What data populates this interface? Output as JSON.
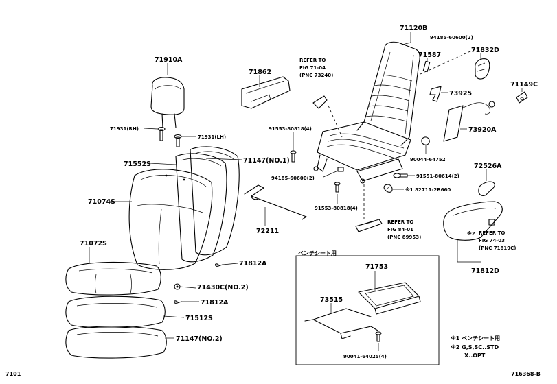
{
  "parts": {
    "p71120B": "71120B",
    "p94185_60600_2_top": "94185-60600(2)",
    "p71587": "71587",
    "p71832D": "71832D",
    "p71149C": "71149C",
    "p71910A": "71910A",
    "p71862": "71862",
    "p73925": "73925",
    "p73920A": "73920A",
    "p71931RH": "71931(RH)",
    "p71931LH": "71931(LH)",
    "p91553_80818_4_top": "91553-80818(4)",
    "p90044_64752": "90044-64752",
    "p71552S": "71552S",
    "p71147NO1": "71147(NO.1)",
    "p72526A": "72526A",
    "p94185_60600_2_mid": "94185-60600(2)",
    "p91551_80614_2": "91551-80614(2)",
    "p82711_2B660": "※1 82711-2B660",
    "p71074S": "71074S",
    "p91553_80818_4_bot": "91553-80818(4)",
    "p72211": "72211",
    "p71072S": "71072S",
    "p71812A_1": "71812A",
    "p71812D": "71812D",
    "p71430C": "71430C(NO.2)",
    "p71812A_2": "71812A",
    "p71512S": "71512S",
    "p71147NO2": "71147(NO.2)",
    "p71753": "71753",
    "p73515": "73515",
    "p90041_64025_4": "90041-64025(4)"
  },
  "refs": {
    "ref1": [
      "REFER TO",
      "FIG 71-04",
      "(PNC 73240)"
    ],
    "ref2": [
      "REFER TO",
      "FIG 84-01",
      "(PNC 89953)"
    ],
    "ref3": [
      "REFER TO",
      "FIG 74-03",
      "(PNC 71819C)"
    ],
    "ref3_mark": "※2"
  },
  "bench_box_title": "ベンチシート用",
  "notes": {
    "n1": "※1 ベンチシート用",
    "n2": "※2 G,S,SC..STD",
    "n3": "X..OPT"
  },
  "footer": {
    "left": "7101",
    "right": "716368-B"
  }
}
